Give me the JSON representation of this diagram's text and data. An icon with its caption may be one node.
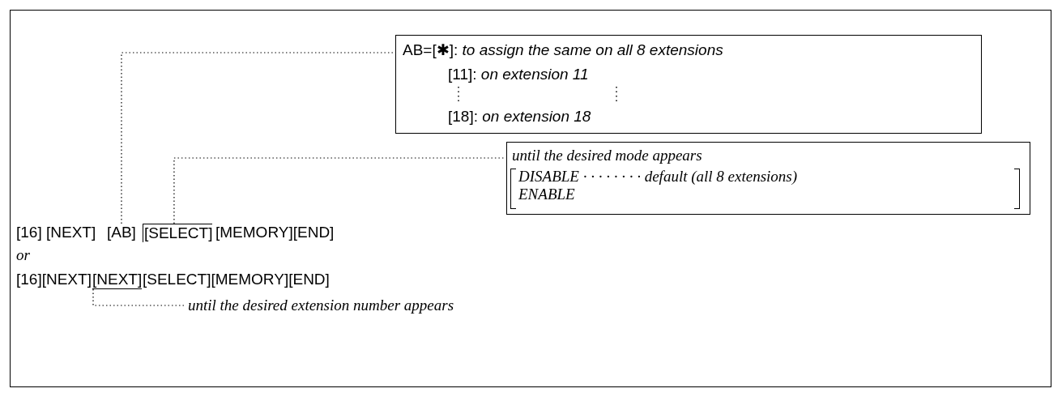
{
  "diagram": {
    "nodes": [
      {
        "text": [
          "AB=[✱]: *to assign the same on all 8 extensions*",
          "[11]: *on extension 11*",
          "[18]: *on extension 18*"
        ]
      },
      {
        "text": [
          "until the desired mode appears",
          "DISABLE · · · · · · · · default (all 8 extensions)",
          "ENABLE"
        ]
      },
      {
        "text": [
          "[AB]"
        ]
      },
      {
        "text": [
          "[SELECT]"
        ]
      },
      {
        "text": [
          "[NEXT]"
        ]
      },
      {
        "text": [
          "until the desired extension number appears"
        ]
      }
    ],
    "edges": [
      {
        "from": 2,
        "to": 0,
        "arrow": "none",
        "style": "dashed"
      },
      {
        "from": 3,
        "to": 1,
        "arrow": "none",
        "style": "dashed"
      },
      {
        "from": 4,
        "to": 5,
        "arrow": "none",
        "style": "dashed"
      }
    ],
    "labels": [
      "[16] [NEXT]",
      "[MEMORY][END]",
      "or",
      "[16][NEXT]",
      "[SELECT][MEMORY][END]"
    ]
  }
}
